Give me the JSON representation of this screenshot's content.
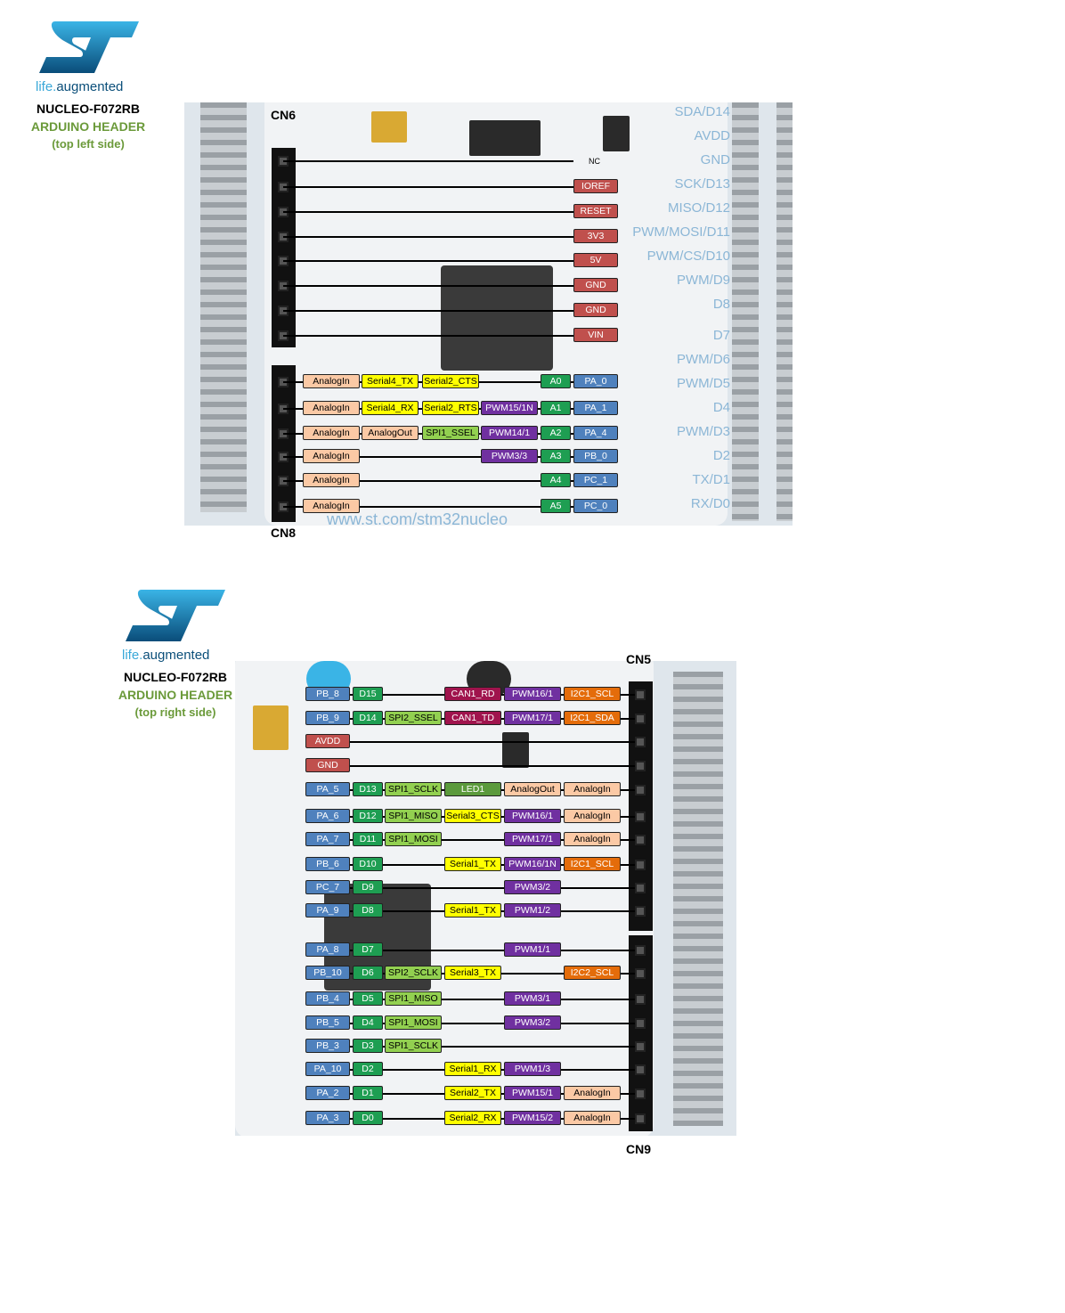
{
  "colors": {
    "power": "#c0504d",
    "port": "#4f81bd",
    "arduino": "#1e9e52",
    "analog": "#fbc9a5",
    "serial": "#ffff00",
    "pwm": "#7030a0",
    "spi": "#92d050",
    "can": "#a0144d",
    "i2c": "#e46c0a",
    "led": "#5b9a3c"
  },
  "top": {
    "logo_sub_left": "life.",
    "logo_sub_right": "augmented",
    "board": "NUCLEO-F072RB",
    "header": "ARDUINO HEADER",
    "side": "(top left side)",
    "cn_top": "CN6",
    "cn_bottom": "CN8",
    "nc": "NC",
    "power_pins": [
      "IOREF",
      "RESET",
      "3V3",
      "5V",
      "GND",
      "GND",
      "VIN"
    ],
    "silk_right": [
      "SDA/D14",
      "AVDD",
      "GND",
      "SCK/D13",
      "MISO/D12",
      "PWM/MOSI/D11",
      "PWM/CS/D10",
      "PWM/D9",
      "D8",
      "D7",
      "PWM/D6",
      "PWM/D5",
      "D4",
      "PWM/D3",
      "D2",
      "TX/D1",
      "RX/D0"
    ],
    "url": "www.st.com/stm32nucleo",
    "analog_rows": [
      {
        "tags": [
          {
            "t": "AnalogIn",
            "c": "analog"
          },
          {
            "t": "Serial4_TX",
            "c": "serial"
          },
          {
            "t": "Serial2_CTS",
            "c": "serial"
          },
          null,
          {
            "t": "A0",
            "c": "arduino"
          },
          {
            "t": "PA_0",
            "c": "port"
          }
        ]
      },
      {
        "tags": [
          {
            "t": "AnalogIn",
            "c": "analog"
          },
          {
            "t": "Serial4_RX",
            "c": "serial"
          },
          {
            "t": "Serial2_RTS",
            "c": "serial"
          },
          {
            "t": "PWM15/1N",
            "c": "pwm"
          },
          {
            "t": "A1",
            "c": "arduino"
          },
          {
            "t": "PA_1",
            "c": "port"
          }
        ]
      },
      {
        "tags": [
          {
            "t": "AnalogIn",
            "c": "analog"
          },
          {
            "t": "AnalogOut",
            "c": "analog"
          },
          {
            "t": "SPI1_SSEL",
            "c": "spi"
          },
          {
            "t": "PWM14/1",
            "c": "pwm"
          },
          {
            "t": "A2",
            "c": "arduino"
          },
          {
            "t": "PA_4",
            "c": "port"
          }
        ]
      },
      {
        "tags": [
          {
            "t": "AnalogIn",
            "c": "analog"
          },
          null,
          null,
          {
            "t": "PWM3/3",
            "c": "pwm"
          },
          {
            "t": "A3",
            "c": "arduino"
          },
          {
            "t": "PB_0",
            "c": "port"
          }
        ]
      },
      {
        "tags": [
          {
            "t": "AnalogIn",
            "c": "analog"
          },
          null,
          null,
          null,
          {
            "t": "A4",
            "c": "arduino"
          },
          {
            "t": "PC_1",
            "c": "port"
          }
        ]
      },
      {
        "tags": [
          {
            "t": "AnalogIn",
            "c": "analog"
          },
          null,
          null,
          null,
          {
            "t": "A5",
            "c": "arduino"
          },
          {
            "t": "PC_0",
            "c": "port"
          }
        ]
      }
    ]
  },
  "bottom": {
    "logo_sub_left": "life.",
    "logo_sub_right": "augmented",
    "board": "NUCLEO-F072RB",
    "header": "ARDUINO HEADER",
    "side": "(top right side)",
    "cn_top": "CN5",
    "cn_bottom": "CN9",
    "rows": [
      {
        "tags": [
          {
            "t": "PB_8",
            "c": "port"
          },
          {
            "t": "D15",
            "c": "arduino"
          },
          null,
          {
            "t": "CAN1_RD",
            "c": "can"
          },
          {
            "t": "PWM16/1",
            "c": "pwm"
          },
          {
            "t": "I2C1_SCL",
            "c": "i2c"
          }
        ]
      },
      {
        "tags": [
          {
            "t": "PB_9",
            "c": "port"
          },
          {
            "t": "D14",
            "c": "arduino"
          },
          {
            "t": "SPI2_SSEL",
            "c": "spi"
          },
          {
            "t": "CAN1_TD",
            "c": "can"
          },
          {
            "t": "PWM17/1",
            "c": "pwm"
          },
          {
            "t": "I2C1_SDA",
            "c": "i2c"
          }
        ]
      },
      {
        "tags": [
          {
            "t": "AVDD",
            "c": "power",
            "wide": true
          }
        ]
      },
      {
        "tags": [
          {
            "t": "GND",
            "c": "power",
            "wide": true
          }
        ]
      },
      {
        "tags": [
          {
            "t": "PA_5",
            "c": "port"
          },
          {
            "t": "D13",
            "c": "arduino"
          },
          {
            "t": "SPI1_SCLK",
            "c": "spi"
          },
          {
            "t": "LED1",
            "c": "led"
          },
          {
            "t": "AnalogOut",
            "c": "analog"
          },
          {
            "t": "AnalogIn",
            "c": "analog"
          }
        ]
      },
      {
        "tags": [
          {
            "t": "PA_6",
            "c": "port"
          },
          {
            "t": "D12",
            "c": "arduino"
          },
          {
            "t": "SPI1_MISO",
            "c": "spi"
          },
          {
            "t": "Serial3_CTS",
            "c": "serial"
          },
          {
            "t": "PWM16/1",
            "c": "pwm"
          },
          {
            "t": "AnalogIn",
            "c": "analog"
          }
        ]
      },
      {
        "tags": [
          {
            "t": "PA_7",
            "c": "port"
          },
          {
            "t": "D11",
            "c": "arduino"
          },
          {
            "t": "SPI1_MOSI",
            "c": "spi"
          },
          null,
          {
            "t": "PWM17/1",
            "c": "pwm"
          },
          {
            "t": "AnalogIn",
            "c": "analog"
          }
        ]
      },
      {
        "tags": [
          {
            "t": "PB_6",
            "c": "port"
          },
          {
            "t": "D10",
            "c": "arduino"
          },
          null,
          {
            "t": "Serial1_TX",
            "c": "serial"
          },
          {
            "t": "PWM16/1N",
            "c": "pwm"
          },
          {
            "t": "I2C1_SCL",
            "c": "i2c"
          }
        ]
      },
      {
        "tags": [
          {
            "t": "PC_7",
            "c": "port"
          },
          {
            "t": "D9",
            "c": "arduino"
          },
          null,
          null,
          {
            "t": "PWM3/2",
            "c": "pwm"
          },
          null
        ]
      },
      {
        "tags": [
          {
            "t": "PA_9",
            "c": "port"
          },
          {
            "t": "D8",
            "c": "arduino"
          },
          null,
          {
            "t": "Serial1_TX",
            "c": "serial"
          },
          {
            "t": "PWM1/2",
            "c": "pwm"
          },
          null
        ]
      },
      {
        "tags": [
          {
            "t": "PA_8",
            "c": "port"
          },
          {
            "t": "D7",
            "c": "arduino"
          },
          null,
          null,
          {
            "t": "PWM1/1",
            "c": "pwm"
          },
          null
        ]
      },
      {
        "tags": [
          {
            "t": "PB_10",
            "c": "port"
          },
          {
            "t": "D6",
            "c": "arduino"
          },
          {
            "t": "SPI2_SCLK",
            "c": "spi"
          },
          {
            "t": "Serial3_TX",
            "c": "serial"
          },
          null,
          {
            "t": "I2C2_SCL",
            "c": "i2c"
          }
        ]
      },
      {
        "tags": [
          {
            "t": "PB_4",
            "c": "port"
          },
          {
            "t": "D5",
            "c": "arduino"
          },
          {
            "t": "SPI1_MISO",
            "c": "spi"
          },
          null,
          {
            "t": "PWM3/1",
            "c": "pwm"
          },
          null
        ]
      },
      {
        "tags": [
          {
            "t": "PB_5",
            "c": "port"
          },
          {
            "t": "D4",
            "c": "arduino"
          },
          {
            "t": "SPI1_MOSI",
            "c": "spi"
          },
          null,
          {
            "t": "PWM3/2",
            "c": "pwm"
          },
          null
        ]
      },
      {
        "tags": [
          {
            "t": "PB_3",
            "c": "port"
          },
          {
            "t": "D3",
            "c": "arduino"
          },
          {
            "t": "SPI1_SCLK",
            "c": "spi"
          },
          null,
          null,
          null
        ]
      },
      {
        "tags": [
          {
            "t": "PA_10",
            "c": "port"
          },
          {
            "t": "D2",
            "c": "arduino"
          },
          null,
          {
            "t": "Serial1_RX",
            "c": "serial"
          },
          {
            "t": "PWM1/3",
            "c": "pwm"
          },
          null
        ]
      },
      {
        "tags": [
          {
            "t": "PA_2",
            "c": "port"
          },
          {
            "t": "D1",
            "c": "arduino"
          },
          null,
          {
            "t": "Serial2_TX",
            "c": "serial"
          },
          {
            "t": "PWM15/1",
            "c": "pwm"
          },
          {
            "t": "AnalogIn",
            "c": "analog"
          }
        ]
      },
      {
        "tags": [
          {
            "t": "PA_3",
            "c": "port"
          },
          {
            "t": "D0",
            "c": "arduino"
          },
          null,
          {
            "t": "Serial2_RX",
            "c": "serial"
          },
          {
            "t": "PWM15/2",
            "c": "pwm"
          },
          {
            "t": "AnalogIn",
            "c": "analog"
          }
        ]
      }
    ]
  }
}
